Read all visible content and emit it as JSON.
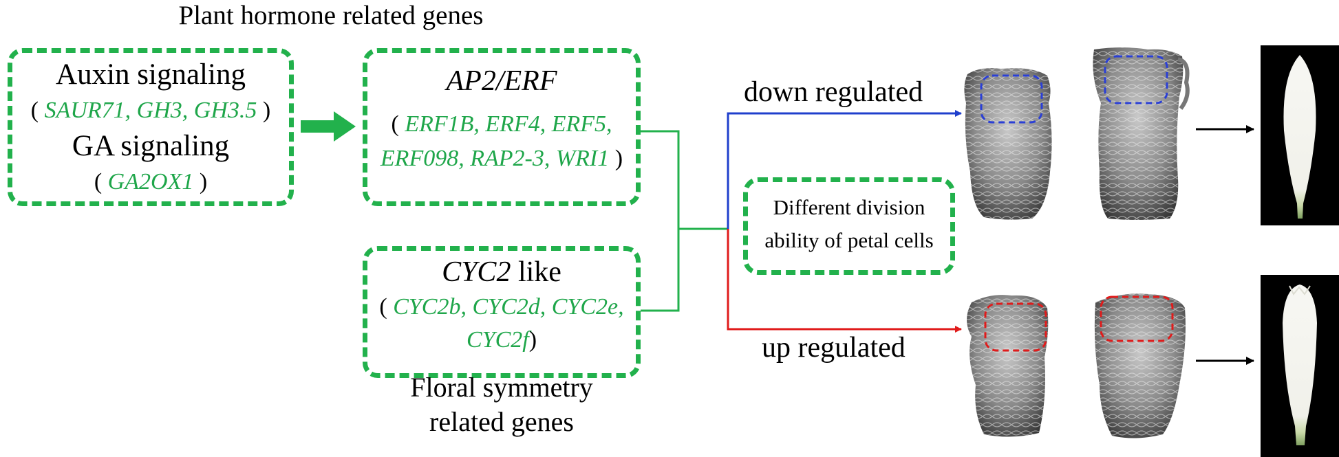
{
  "title": "Plant hormone related genes",
  "hormone_box": {
    "auxin_label": "Auxin signaling",
    "auxin_genes": "SAUR71, GH3, GH3.5",
    "ga_label": "GA signaling",
    "ga_genes": "GA2OX1"
  },
  "ap2_box": {
    "title": "AP2/ERF",
    "genes_line1": "ERF1B, ERF4, ERF5,",
    "genes_line2": "ERF098, RAP2-3, WRI1"
  },
  "cyc_box": {
    "title_italic": "CYC2",
    "title_rest": " like",
    "genes_line1": "CYC2b, CYC2d, CYC2e,",
    "genes_line2": "CYC2f"
  },
  "floral_label_line1": "Floral symmetry",
  "floral_label_line2": "related genes",
  "division_box": {
    "line1": "Different division",
    "line2": "ability of petal cells"
  },
  "down_label": "down regulated",
  "up_label": "up regulated",
  "paren_open": "(",
  "paren_close": ")",
  "colors": {
    "box_border": "#22b14c",
    "gene_text": "#1fa64a",
    "down_arrow": "#1f3fcc",
    "up_arrow": "#e01b1b",
    "roi_down": "#2a3fd6",
    "roi_up": "#e01b1b"
  }
}
